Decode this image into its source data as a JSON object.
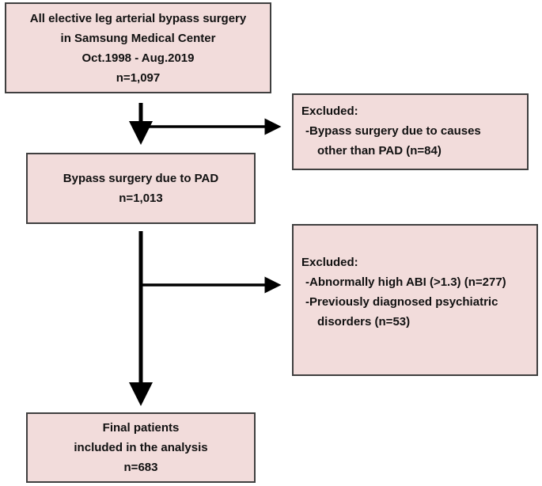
{
  "boxes": {
    "start": {
      "lines": [
        "All elective leg arterial bypass surgery",
        "in Samsung Medical Center",
        "Oct.1998 - Aug.2019",
        "n=1,097"
      ]
    },
    "excluded1": {
      "heading": "Excluded:",
      "items": [
        "-Bypass surgery due to causes",
        "other than PAD (n=84)"
      ]
    },
    "pad": {
      "lines": [
        "Bypass surgery due to PAD",
        "n=1,013"
      ]
    },
    "excluded2": {
      "heading": "Excluded:",
      "items": [
        "-Abnormally high ABI (>1.3) (n=277)",
        "-Previously diagnosed psychiatric",
        "disorders (n=53)"
      ]
    },
    "final": {
      "lines": [
        "Final patients",
        "included in the analysis",
        "n=683"
      ]
    }
  },
  "colors": {
    "box_fill": "#f2dcdb",
    "box_border": "#3f3f3f",
    "arrow": "#000000"
  }
}
